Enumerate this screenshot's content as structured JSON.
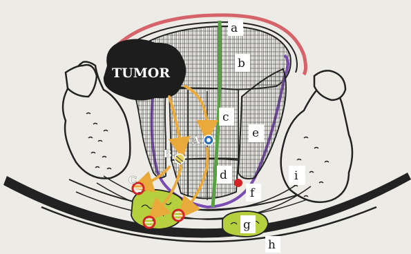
{
  "tumor_label": "TUMOR",
  "structure_labels": [
    "a",
    "b",
    "c",
    "d",
    "e",
    "f",
    "g",
    "h",
    "i"
  ],
  "point_labels": [
    "A",
    "B",
    "C"
  ],
  "colors": {
    "background": "#ecebe6",
    "outer_arc": "#d7636a",
    "midline": "#5aa044",
    "fascia": "#7a4bb0",
    "arrows": "#e9a93b",
    "node_fill": "#b5cf3e",
    "tumor": "#1d1d1d",
    "node_marker": "#d22424"
  }
}
